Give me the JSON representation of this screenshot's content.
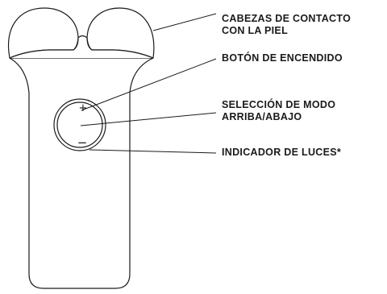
{
  "callouts": {
    "contact_heads": {
      "line1": "CABEZAS DE CONTACTO",
      "line2": "CON LA PIEL"
    },
    "power_button": {
      "line1": "BOTÓN DE ENCENDIDO"
    },
    "mode_selection": {
      "line1": "SELECCIÓN DE MODO",
      "line2": "ARRIBA/ABAJO"
    },
    "light_indicator": {
      "line1": "INDICADOR DE LUCES*"
    }
  },
  "button": {
    "plus_sign": "+",
    "minus_sign": "−"
  }
}
